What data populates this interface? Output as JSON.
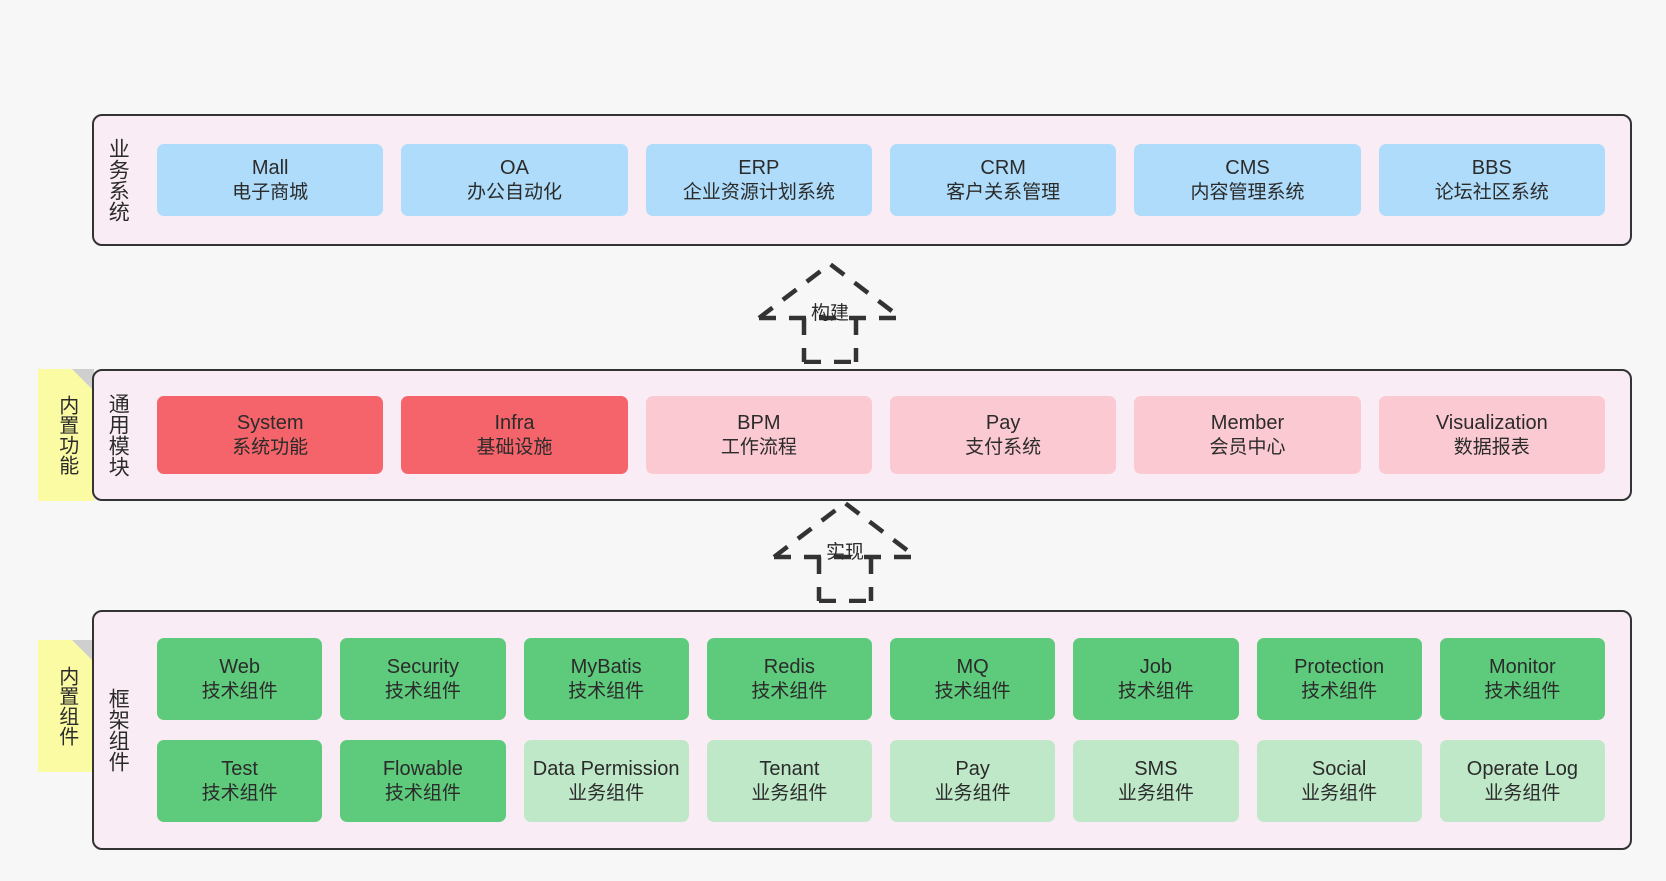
{
  "layers": [
    {
      "title": "业务系统",
      "rows": [
        [
          {
            "name": "Mall",
            "sub": "电子商城",
            "fill": "blue"
          },
          {
            "name": "OA",
            "sub": "办公自动化",
            "fill": "blue"
          },
          {
            "name": "ERP",
            "sub": "企业资源计划系统",
            "fill": "blue"
          },
          {
            "name": "CRM",
            "sub": "客户关系管理",
            "fill": "blue"
          },
          {
            "name": "CMS",
            "sub": "内容管理系统",
            "fill": "blue"
          },
          {
            "name": "BBS",
            "sub": "论坛社区系统",
            "fill": "blue"
          }
        ]
      ]
    },
    {
      "title": "通用模块",
      "rows": [
        [
          {
            "name": "System",
            "sub": "系统功能",
            "fill": "red"
          },
          {
            "name": "Infra",
            "sub": "基础设施",
            "fill": "red"
          },
          {
            "name": "BPM",
            "sub": "工作流程",
            "fill": "pink"
          },
          {
            "name": "Pay",
            "sub": "支付系统",
            "fill": "pink"
          },
          {
            "name": "Member",
            "sub": "会员中心",
            "fill": "pink"
          },
          {
            "name": "Visualization",
            "sub": "数据报表",
            "fill": "pink"
          }
        ]
      ]
    },
    {
      "title": "框架组件",
      "rows": [
        [
          {
            "name": "Web",
            "sub": "技术组件",
            "fill": "green-dark"
          },
          {
            "name": "Security",
            "sub": "技术组件",
            "fill": "green-dark"
          },
          {
            "name": "MyBatis",
            "sub": "技术组件",
            "fill": "green-dark"
          },
          {
            "name": "Redis",
            "sub": "技术组件",
            "fill": "green-dark"
          },
          {
            "name": "MQ",
            "sub": "技术组件",
            "fill": "green-dark"
          },
          {
            "name": "Job",
            "sub": "技术组件",
            "fill": "green-dark"
          },
          {
            "name": "Protection",
            "sub": "技术组件",
            "fill": "green-dark"
          },
          {
            "name": "Monitor",
            "sub": "技术组件",
            "fill": "green-dark"
          }
        ],
        [
          {
            "name": "Test",
            "sub": "技术组件",
            "fill": "green-dark"
          },
          {
            "name": "Flowable",
            "sub": "技术组件",
            "fill": "green-dark"
          },
          {
            "name": "Data Permission",
            "sub": "业务组件",
            "fill": "green-light"
          },
          {
            "name": "Tenant",
            "sub": "业务组件",
            "fill": "green-light"
          },
          {
            "name": "Pay",
            "sub": "业务组件",
            "fill": "green-light"
          },
          {
            "name": "SMS",
            "sub": "业务组件",
            "fill": "green-light"
          },
          {
            "name": "Social",
            "sub": "业务组件",
            "fill": "green-light"
          },
          {
            "name": "Operate Log",
            "sub": "业务组件",
            "fill": "green-light"
          }
        ]
      ]
    }
  ],
  "sticky_notes": [
    {
      "label": "内置功能"
    },
    {
      "label": "内置组件"
    }
  ],
  "arrows": [
    {
      "label": "构建"
    },
    {
      "label": "实现"
    }
  ],
  "colors": {
    "panel_bg": "#faecf4",
    "panel_border": "#333333",
    "blue": "#aedcfa",
    "red": "#f4646a",
    "pink": "#fbc9d1",
    "green_dark": "#5ecb7c",
    "green_light": "#bfe8c8",
    "sticky_yellow": "#fbfba4",
    "sticky_fold": "#cfcfcf",
    "canvas_bg": "#f7f7f7",
    "arrow_stroke": "#333333"
  }
}
